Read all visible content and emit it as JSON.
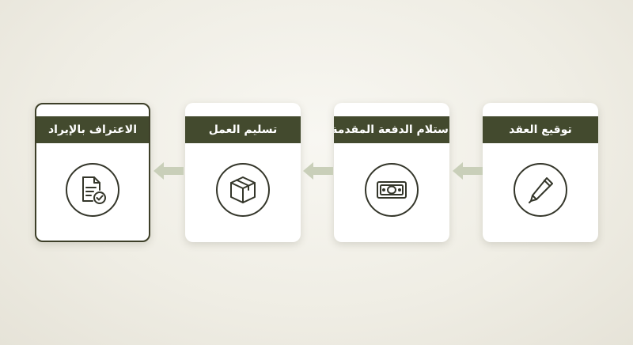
{
  "steps": [
    {
      "label": "توقيع العقد",
      "icon": "pen-icon"
    },
    {
      "label": "استلام الدفعة المقدمة",
      "icon": "banknote-icon"
    },
    {
      "label": "تسليم العمل",
      "icon": "box-icon"
    },
    {
      "label": "الاعتراف بالإيراد",
      "icon": "document-check-icon"
    }
  ],
  "colors": {
    "header": "#434a2e",
    "arrow": "#c9cfb9",
    "icon_stroke": "#34362a"
  }
}
